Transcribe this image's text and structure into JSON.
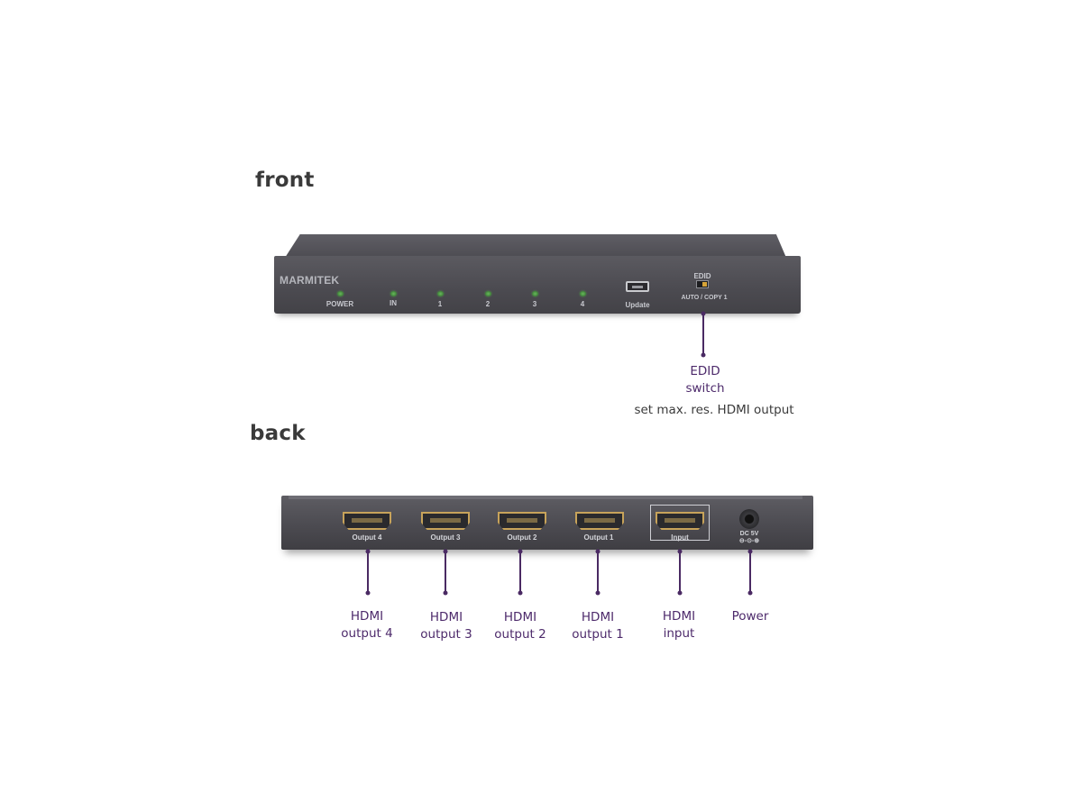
{
  "sections": {
    "front_title": "front",
    "back_title": "back"
  },
  "front_panel": {
    "brand": "MARMITEK",
    "leds": [
      {
        "label": "POWER"
      },
      {
        "label": "IN"
      },
      {
        "label": "1"
      },
      {
        "label": "2"
      },
      {
        "label": "3"
      },
      {
        "label": "4"
      }
    ],
    "usb_label": "Update",
    "edid_title": "EDID",
    "edid_modes": "AUTO / COPY 1",
    "led_color": "#4caf50"
  },
  "back_panel": {
    "ports": [
      {
        "label": "Output 4"
      },
      {
        "label": "Output 3"
      },
      {
        "label": "Output 2"
      },
      {
        "label": "Output 1"
      },
      {
        "label": "Input"
      }
    ],
    "dc_label_line1": "DC 5V",
    "dc_label_line2": "⊖-⊙-⊕",
    "hdmi_color": "#c7a35a"
  },
  "callouts": {
    "edid": {
      "line1": "EDID",
      "line2": "switch",
      "description": "set max. res. HDMI output"
    },
    "back": [
      {
        "line1": "HDMI",
        "line2": "output 4"
      },
      {
        "line1": "HDMI",
        "line2": "output 3"
      },
      {
        "line1": "HDMI",
        "line2": "output 2"
      },
      {
        "line1": "HDMI",
        "line2": "output 1"
      },
      {
        "line1": "HDMI",
        "line2": "input"
      },
      {
        "line1": "Power",
        "line2": ""
      }
    ],
    "color": "#4d2a6b"
  }
}
